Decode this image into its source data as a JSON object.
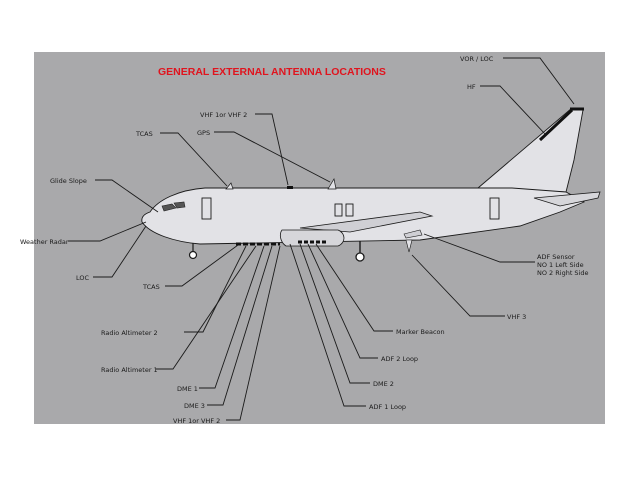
{
  "title": "GENERAL EXTERNAL ANTENNA LOCATIONS",
  "labels": {
    "vor_loc": "VOR / LOC",
    "hf": "HF",
    "vhf1_top": "VHF 1or VHF 2",
    "gps": "GPS",
    "tcas_top": "TCAS",
    "glide_slope": "Glide Slope",
    "weather_radar": "Weather Radar",
    "loc": "LOC",
    "tcas_bottom": "TCAS",
    "radio_alt_2": "Radio Altimeter 2",
    "radio_alt_1": "Radio Altimeter 1",
    "dme1": "DME 1",
    "dme3": "DME 3",
    "vhf1_bottom": "VHF 1or VHF 2",
    "adf_sensor": "ADF Sensor",
    "adf_no1": "NO 1 Left Side",
    "adf_no2": "NO 2 Right Side",
    "vhf3": "VHF 3",
    "marker_beacon": "Marker Beacon",
    "adf2_loop": "ADF 2 Loop",
    "dme2": "DME 2",
    "adf1_loop": "ADF 1 Loop"
  },
  "colors": {
    "background": "#a9a9ab",
    "fuselage": "#e2e2e6",
    "title": "#e0141e",
    "lines": "#1b1b1b"
  }
}
